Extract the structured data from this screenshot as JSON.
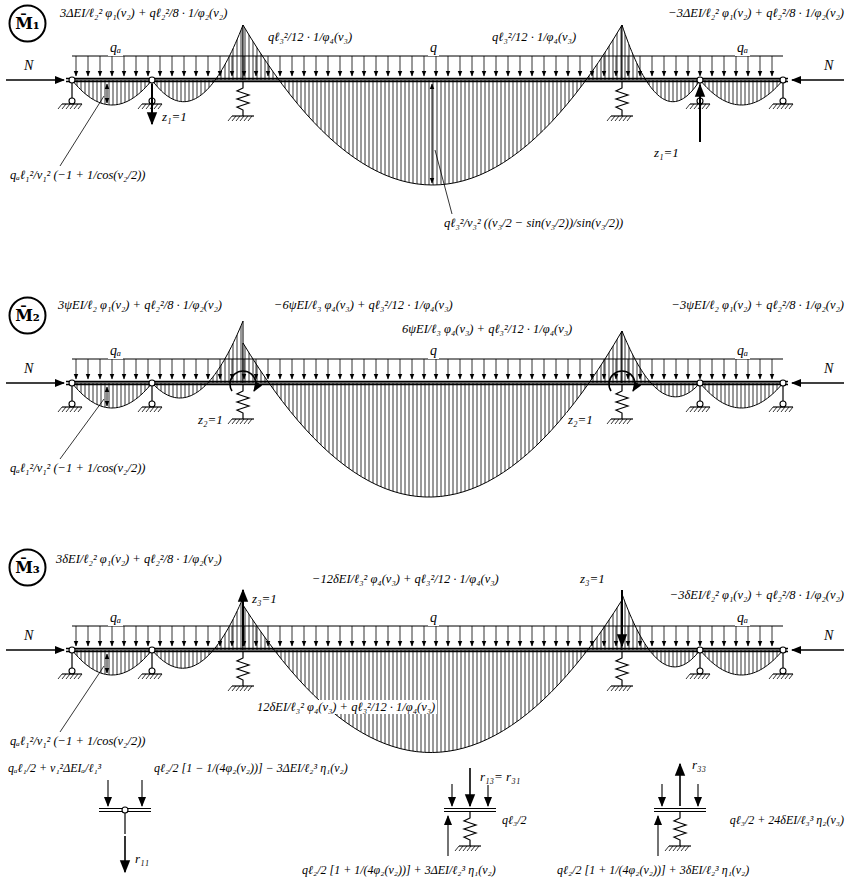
{
  "diagram": {
    "nodes": [
      {
        "text": [
          "M̄₁"
        ]
      },
      {
        "text": [
          "M̄₂"
        ]
      },
      {
        "text": [
          "M̄₃"
        ]
      }
    ],
    "labels": [
      "3ΔEI/ℓ₂² φ₁(ν₂) + qℓ₂²/8 · 1/φ₂(ν₂)",
      "qℓ₃²/12 · 1/φ₄(ν₃)",
      "qℓ₃²/12 · 1/φ₄(ν₃)",
      "−3ΔEI/ℓ₂² φ₁(ν₂) + qℓ₂²/8 · 1/φ₂(ν₂)",
      "qₐ",
      "q",
      "qₐ",
      "N",
      "N",
      "z₁=1",
      "z₁=1",
      "qₐℓ₁²/ν₁² (−1 + 1/cos(ν₂/2))",
      "qℓ₃²/ν₃² ((ν₃/2 − sin(ν₃/2))/sin(ν₃/2))",
      "3ψEI/ℓ₂ φ₁(ν₂) + qℓ₂²/8 · 1/φ₂(ν₂)",
      "−6ψEI/ℓ₃ φ₄(ν₃) + qℓ₃²/12 · 1/φ₄(ν₃)",
      "6ψEI/ℓ₃ φ₄(ν₃) + qℓ₃²/12 · 1/φ₄(ν₃)",
      "−3ψEI/ℓ₂ φ₁(ν₂) + qℓ₂²/8 · 1/φ₂(ν₂)",
      "qₐ",
      "q",
      "qₐ",
      "N",
      "N",
      "z₂=1",
      "z₂=1",
      "qₐℓ₁²/ν₁² (−1 + 1/cos(ν₂/2))",
      "3δEI/ℓ₂² φ₁(ν₂) + qℓ₂²/8 · 1/φ₂(ν₂)",
      "z₃=1",
      "−12δEI/ℓ₃² φ₄(ν₃) + qℓ₃²/12 · 1/φ₄(ν₃)",
      "z₃=1",
      "−3δEI/ℓ₂² φ₁(ν₂) + qℓ₂²/8 · 1/φ₂(ν₂)",
      "12δEI/ℓ₃² φ₄(ν₃) + qℓ₃²/12 · 1/φ₄(ν₃)",
      "qₐ",
      "q",
      "qₐ",
      "N",
      "N",
      "qₐℓ₁²/ν₁² (−1 + 1/cos(ν₂/2))",
      "qₐℓ₁/2 + ν₁²ΔEIₐ/ℓ₁³",
      "qℓ₂/2 [1 − 1/(4φ₂(ν₂))] − 3ΔEI/ℓ₂³ η₁(ν₂)",
      "r₁₁",
      "r₁₃= r₃₁",
      "qℓ₃/2",
      "qℓ₂/2 [1 + 1/(4φ₂(ν₂))] + 3ΔEI/ℓ₂³ η₁(ν₂)",
      "r₃₃",
      "qℓ₃/2 + 24δEI/ℓ₃³ η₂(ν₃)",
      "qℓ₂/2 [1 + 1/(4φ₂(ν₂))] + 3δEI/ℓ₂³ η₁(ν₂)"
    ]
  }
}
